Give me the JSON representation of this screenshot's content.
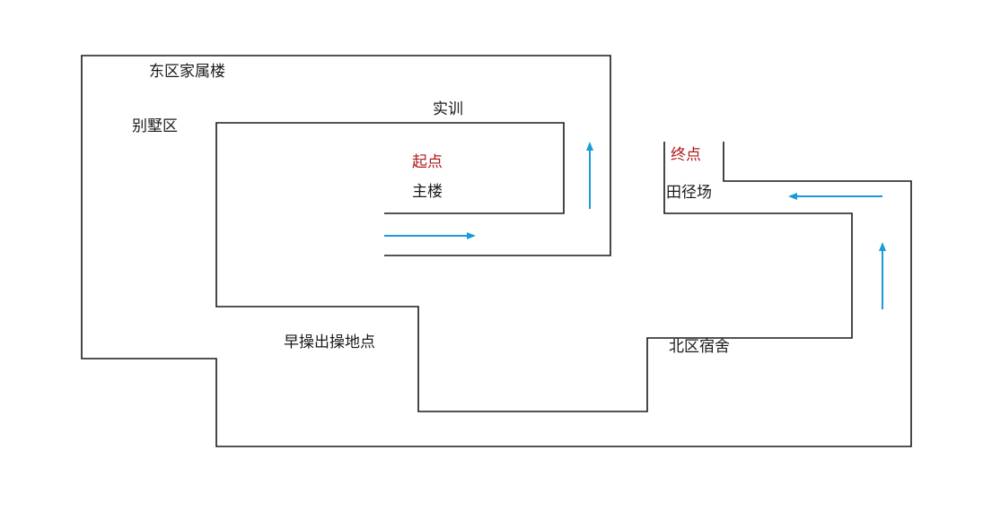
{
  "labels": {
    "east_family_building": "东区家属楼",
    "villa_area": "别墅区",
    "training": "实训",
    "start": "起点",
    "main_building": "主楼",
    "end": "终点",
    "track_field": "田径场",
    "morning_exercise_point": "早操出操地点",
    "north_dorm": "北区宿舍"
  },
  "colors": {
    "route_line": "#1a1a1a",
    "arrow": "#1a9ad6",
    "marker_text": "#b01818",
    "text": "#1a1a1a"
  },
  "arrows": [
    {
      "name": "arrow-right",
      "direction": "right"
    },
    {
      "name": "arrow-up-left",
      "direction": "up"
    },
    {
      "name": "arrow-left",
      "direction": "left"
    },
    {
      "name": "arrow-up-right",
      "direction": "up"
    }
  ]
}
